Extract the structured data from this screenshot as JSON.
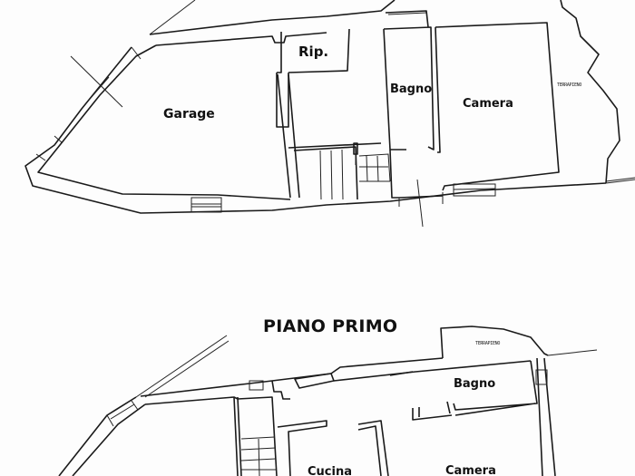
{
  "ground_floor": {
    "rooms": {
      "garage": "Garage",
      "ripostiglio": "Rip.",
      "bagno": "Bagno",
      "camera": "Camera"
    },
    "annotation": "TERRAPIENO"
  },
  "first_floor": {
    "title": "PIANO PRIMO",
    "rooms": {
      "bagno": "Bagno",
      "cucina": "Cucina",
      "camera": "Camera"
    },
    "annotation": "TERRAPIENO"
  },
  "colors": {
    "line": "#1a1a1a",
    "background": "#fdfdfd"
  }
}
